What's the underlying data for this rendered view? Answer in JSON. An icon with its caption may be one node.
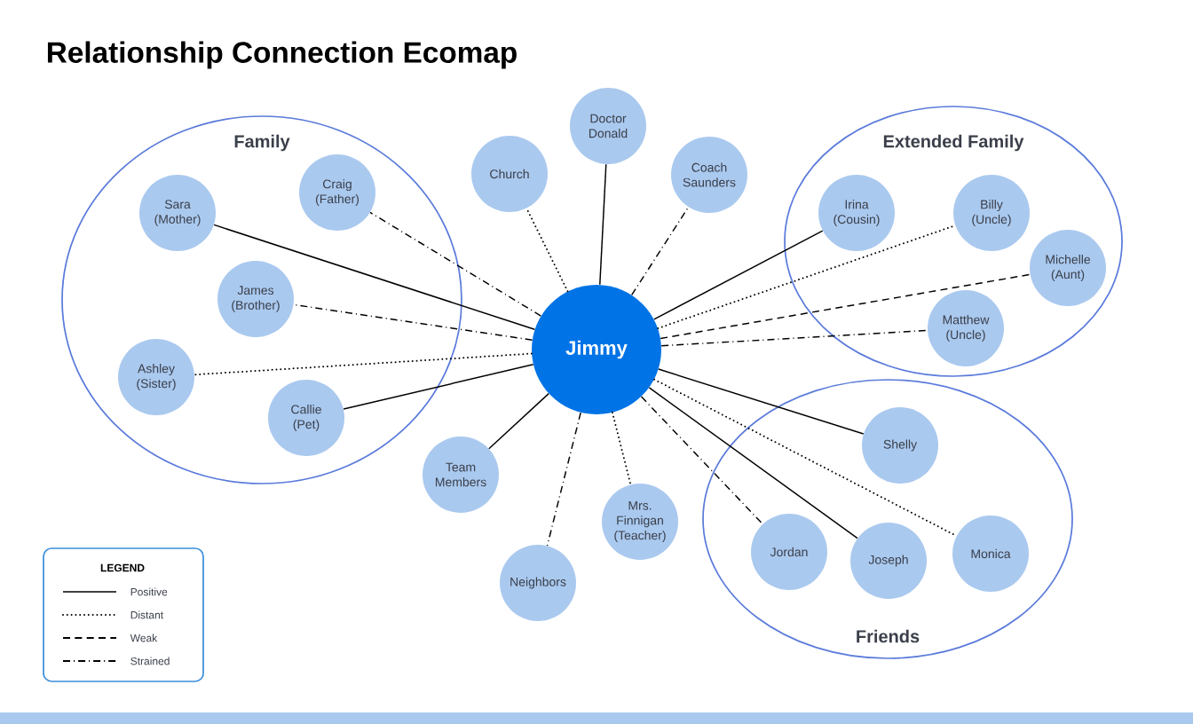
{
  "diagram": {
    "title": "Relationship Connection Ecomap",
    "nodes": [
      {
        "text": [
          "Jimmy"
        ]
      },
      {
        "text": [
          "Family"
        ]
      },
      {
        "text": [
          "Extended Family"
        ]
      },
      {
        "text": [
          "Friends"
        ]
      },
      {
        "text": [
          "Sara (Mother)"
        ],
        "in": 1
      },
      {
        "text": [
          "Craig (Father)"
        ],
        "in": 1
      },
      {
        "text": [
          "James (Brother)"
        ],
        "in": 1
      },
      {
        "text": [
          "Ashley (Sister)"
        ],
        "in": 1
      },
      {
        "text": [
          "Callie (Pet)"
        ],
        "in": 1
      },
      {
        "text": [
          "Church"
        ]
      },
      {
        "text": [
          "Doctor Donald"
        ]
      },
      {
        "text": [
          "Coach Saunders"
        ]
      },
      {
        "text": [
          "Irina (Cousin)"
        ],
        "in": 2
      },
      {
        "text": [
          "Billy (Uncle)"
        ],
        "in": 2
      },
      {
        "text": [
          "Michelle (Aunt)"
        ],
        "in": 2
      },
      {
        "text": [
          "Matthew (Uncle)"
        ],
        "in": 2
      },
      {
        "text": [
          "Team Members"
        ]
      },
      {
        "text": [
          "Mrs. Finnigan (Teacher)"
        ]
      },
      {
        "text": [
          "Neighbors"
        ]
      },
      {
        "text": [
          "Shelly"
        ],
        "in": 3
      },
      {
        "text": [
          "Jordan"
        ],
        "in": 3
      },
      {
        "text": [
          "Joseph"
        ],
        "in": 3
      },
      {
        "text": [
          "Monica"
        ],
        "in": 3
      }
    ],
    "edges": [
      {
        "from": 0,
        "to": 4,
        "arrow": "none"
      },
      {
        "from": 0,
        "to": 5,
        "arrow": "none",
        "style": "dashed"
      },
      {
        "from": 0,
        "to": 6,
        "arrow": "none",
        "style": "dashed"
      },
      {
        "from": 0,
        "to": 7,
        "arrow": "none",
        "style": "dashed"
      },
      {
        "from": 0,
        "to": 8,
        "arrow": "none"
      },
      {
        "from": 0,
        "to": 9,
        "arrow": "none",
        "style": "dashed"
      },
      {
        "from": 0,
        "to": 10,
        "arrow": "none"
      },
      {
        "from": 0,
        "to": 11,
        "arrow": "none",
        "style": "dashed"
      },
      {
        "from": 0,
        "to": 12,
        "arrow": "none"
      },
      {
        "from": 0,
        "to": 13,
        "arrow": "none",
        "style": "dashed"
      },
      {
        "from": 0,
        "to": 14,
        "arrow": "none",
        "style": "dashed"
      },
      {
        "from": 0,
        "to": 15,
        "arrow": "none",
        "style": "dashed"
      },
      {
        "from": 0,
        "to": 16,
        "arrow": "none"
      },
      {
        "from": 0,
        "to": 17,
        "arrow": "none",
        "style": "dashed"
      },
      {
        "from": 0,
        "to": 18,
        "arrow": "none",
        "style": "dashed"
      },
      {
        "from": 0,
        "to": 19,
        "arrow": "none"
      },
      {
        "from": 0,
        "to": 20,
        "arrow": "none",
        "style": "dashed"
      },
      {
        "from": 0,
        "to": 21,
        "arrow": "none"
      },
      {
        "from": 0,
        "to": 22,
        "arrow": "none",
        "style": "dashed"
      }
    ],
    "labels": [
      "LEGEND"
    ],
    "legend": [
      {
        "text": "Positive"
      },
      {
        "text": "Distant"
      },
      {
        "text": "Weak"
      },
      {
        "text": "Strained"
      }
    ]
  }
}
